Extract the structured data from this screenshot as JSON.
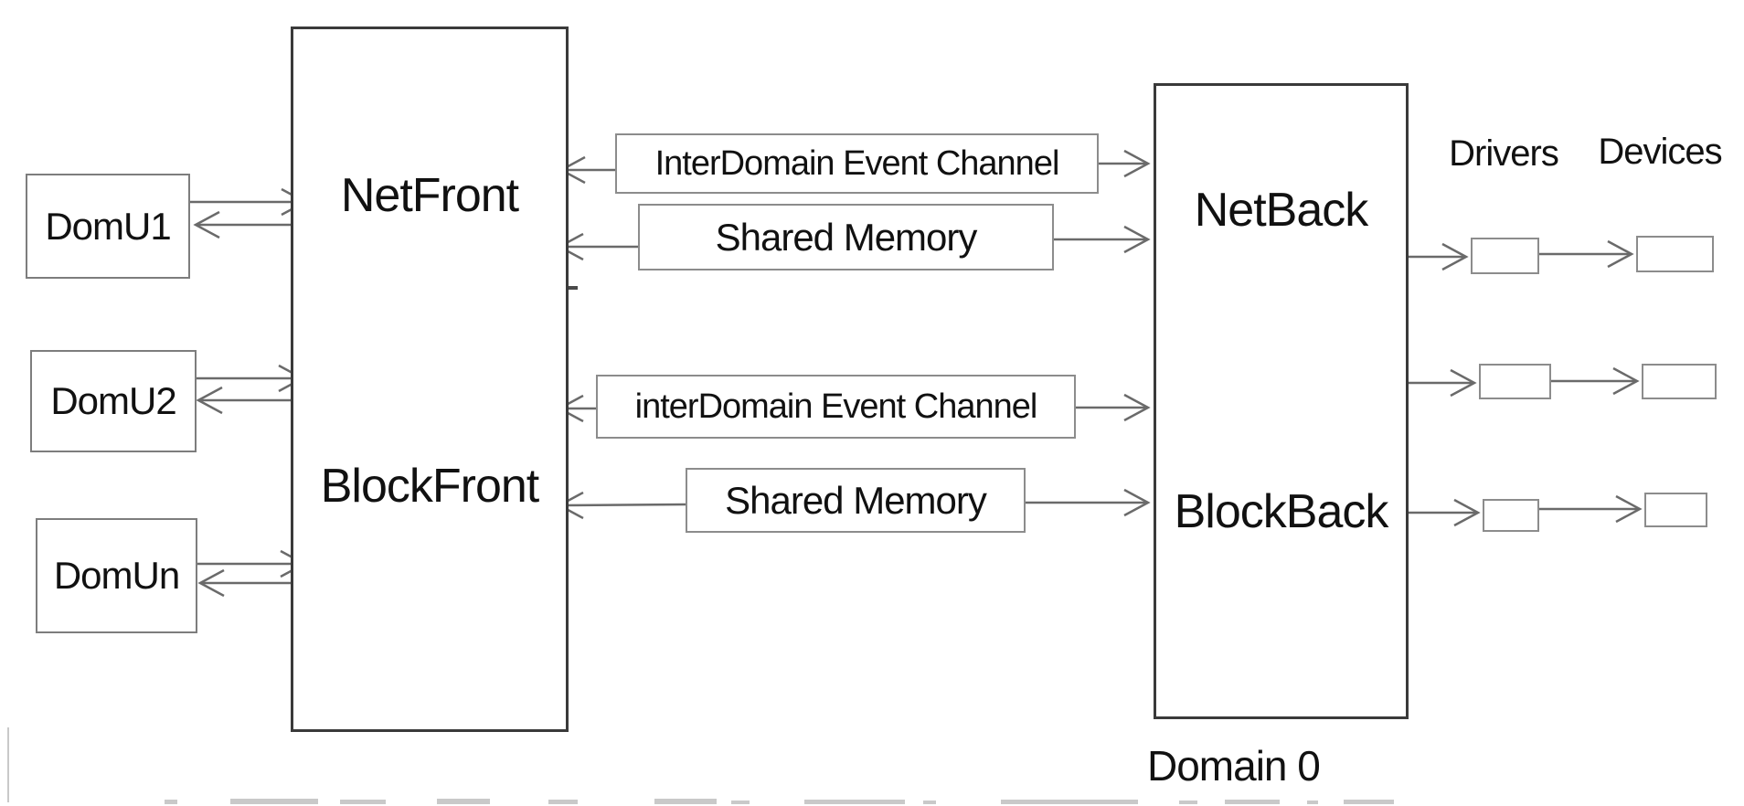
{
  "guests": [
    {
      "label": "DomU1"
    },
    {
      "label": "DomU2"
    },
    {
      "label": "DomUn"
    }
  ],
  "front_box": {
    "net_label": "NetFront",
    "block_label": "BlockFront"
  },
  "back_box": {
    "net_label": "NetBack",
    "block_label": "BlockBack",
    "caption": "Domain 0"
  },
  "channels": {
    "net_event_label": "InterDomain Event Channel",
    "net_memory_label": "Shared Memory",
    "block_event_label": "interDomain Event Channel",
    "block_memory_label": "Shared Memory"
  },
  "headers": {
    "drivers": "Drivers",
    "devices": "Devices"
  },
  "colors": {
    "background": "#ffffff",
    "ink": "#111111",
    "strong_border": "#3a3a3a",
    "light_border": "#7d7d7d",
    "label_border": "#8c8c8c",
    "arrow": "#6a6a6a",
    "divider": "#4a4a4a"
  }
}
